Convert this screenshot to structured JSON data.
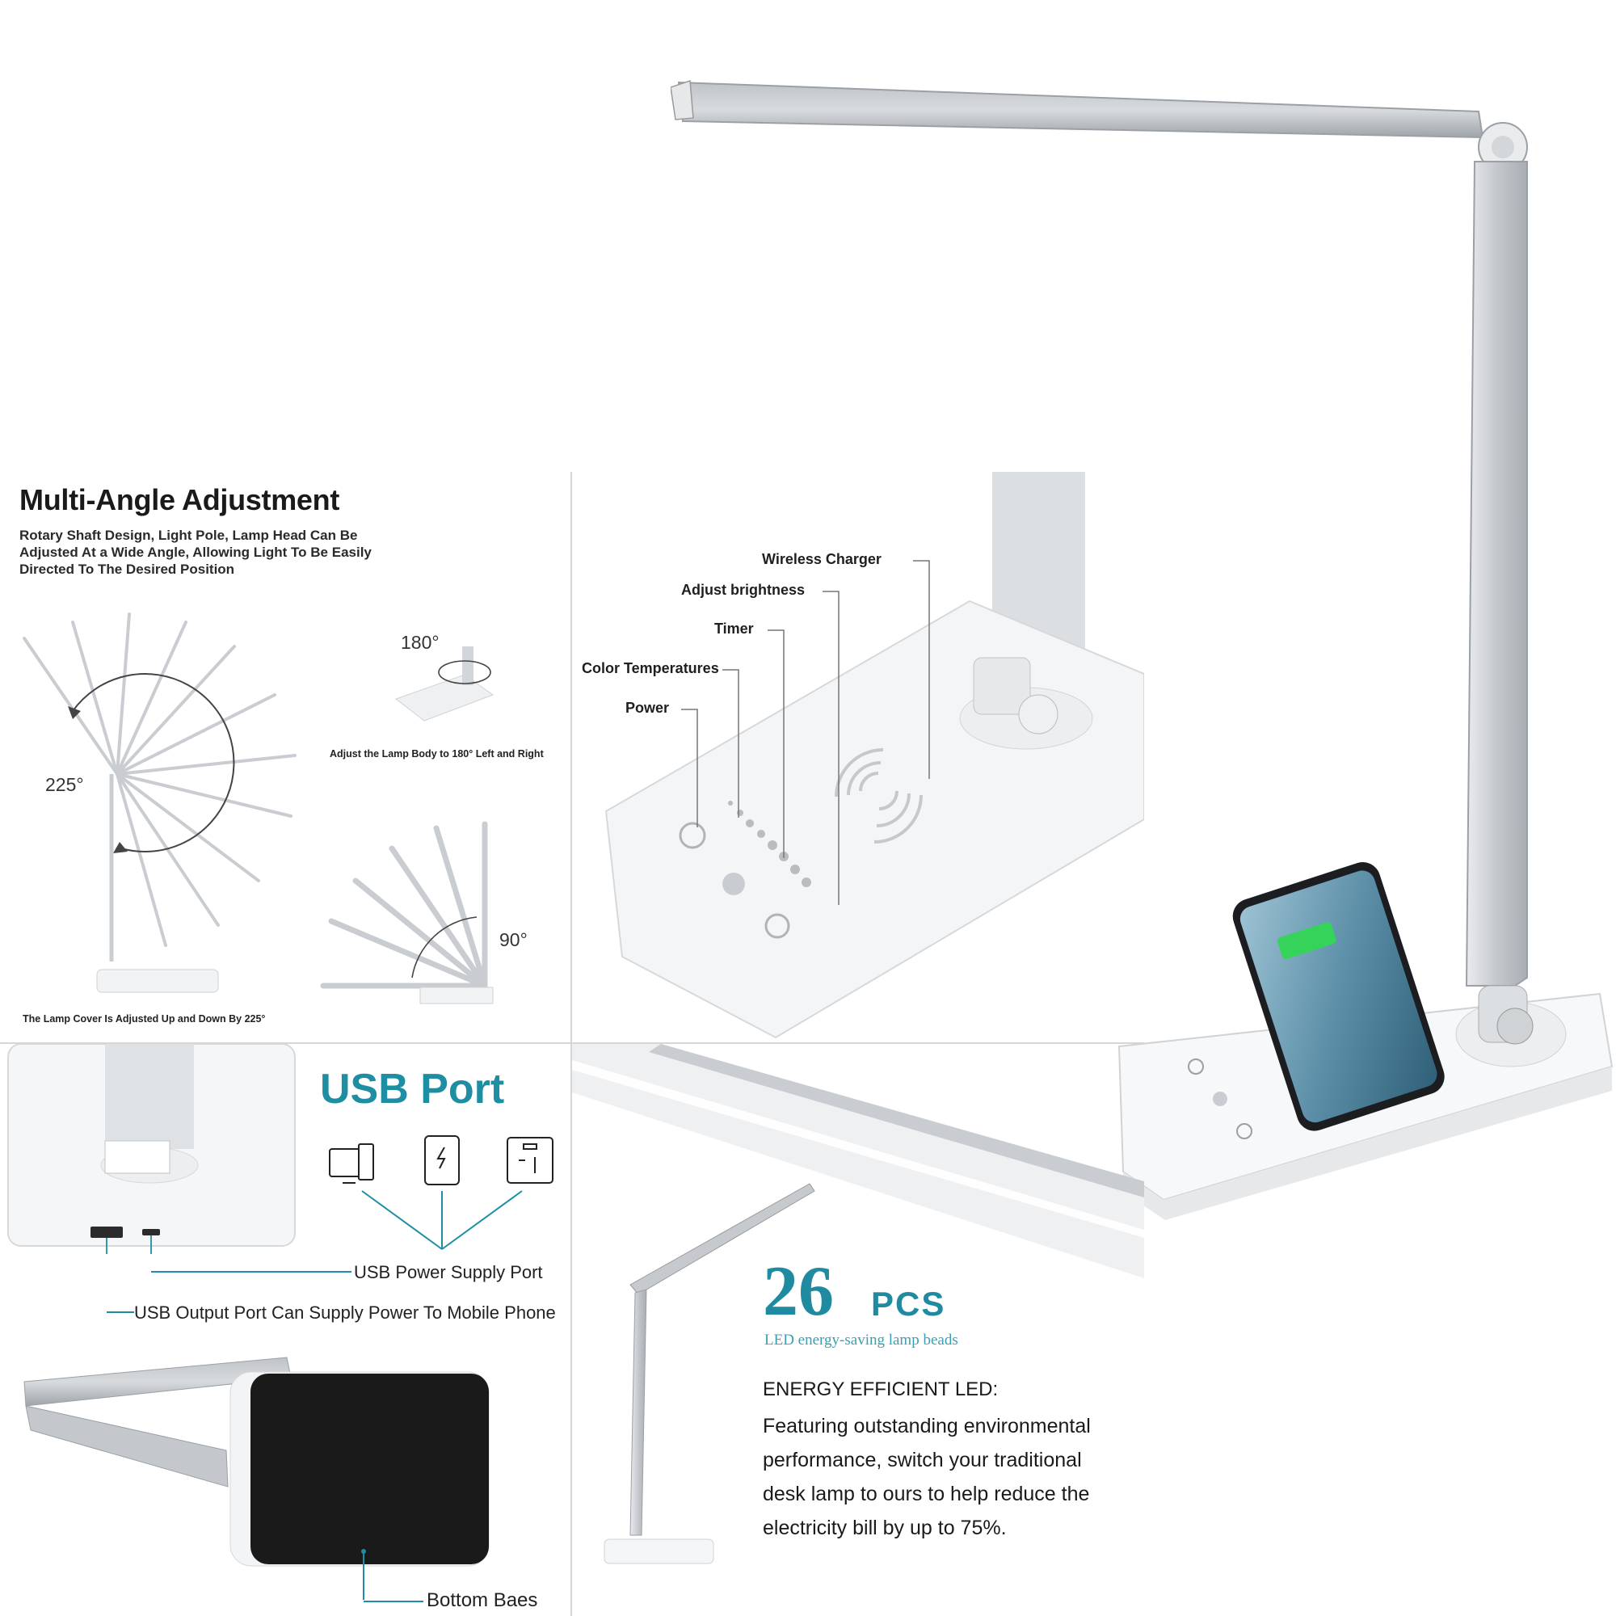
{
  "multi_angle": {
    "title": "Multi-Angle Adjustment",
    "description": "Rotary Shaft Design, Light Pole, Lamp Head Can Be Adjusted At a Wide Angle, Allowing Light To Be Easily Directed To The Desired Position",
    "angle_225": "225°",
    "angle_180": "180°",
    "angle_90": "90°",
    "caption_180": "Adjust the Lamp Body to 180° Left and Right",
    "caption_225": "The Lamp Cover Is Adjusted Up and Down By 225°"
  },
  "controls": {
    "wireless_charger": "Wireless Charger",
    "adjust_brightness": "Adjust brightness",
    "timer": "Timer",
    "color_temperatures": "Color Temperatures",
    "power": "Power"
  },
  "usb": {
    "title": "USB Port",
    "power_supply_port": "USB Power Supply Port",
    "output_port": "USB Output Port Can Supply Power To Mobile Phone",
    "bottom": "Bottom Baes"
  },
  "led": {
    "count": "26",
    "unit": "PCS",
    "subtitle": "LED energy-saving lamp beads",
    "heading": "ENERGY EFFICIENT LED:",
    "body": "Featuring outstanding environmental performance, switch your traditional desk lamp to ours to help reduce the electricity bill by up to 75%."
  },
  "colors": {
    "accent_teal": "#1f8aa0",
    "silver": "#c8ccd0",
    "base_white": "#f5f6f7"
  }
}
